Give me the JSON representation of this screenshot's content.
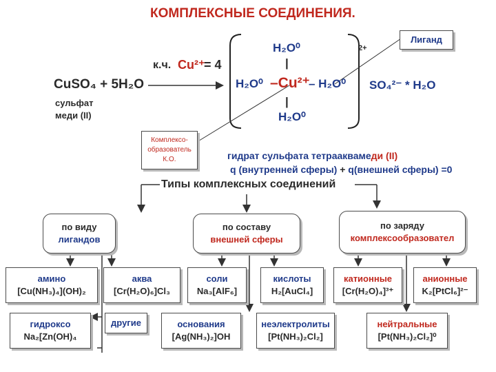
{
  "title": "КОМПЛЕКСНЫЕ СОЕДИНЕНИЯ.",
  "reaction": {
    "lhs": "CuSO₄ + 5H₂O",
    "name_line1": "сульфат",
    "name_line2": "меди (II)",
    "kch_label": "к.ч.",
    "kch_ion": "Cu²⁺",
    "kch_value": "= 4",
    "water_top": "H₂O⁰",
    "water_left": "H₂O⁰",
    "center_ion": "–Cu²⁺",
    "water_right": "– H₂O⁰",
    "water_bottom": "H₂O⁰",
    "vertical_bond": "|",
    "charge": "2+",
    "outer": "SO₄²⁻ * H₂O"
  },
  "ligand_label": "Лиганд",
  "ko_label": {
    "line1": "Комплексо-",
    "line2": "образователь",
    "line3": "К.О."
  },
  "hydrate_name": {
    "part1": "гидрат сульфата тетраакваме",
    "part2": "ди (II)"
  },
  "charge_equation": {
    "part1": "q (внутренней сферы)",
    "part2": "+",
    "part3": "q(внешней сферы) =0"
  },
  "types_title": "Типы комплексных соединений",
  "categories": {
    "by_ligand": {
      "line1": "по виду",
      "line2": "лигандов"
    },
    "by_outer": {
      "line1": "по составу",
      "line2": "внешней сферы"
    },
    "by_charge": {
      "line1": "по заряду",
      "line2": "комплексообразовател"
    }
  },
  "examples": {
    "amino": {
      "name": "амино",
      "formula": "[Cu(NH₃)₄](OH)₂"
    },
    "aqua": {
      "name": "аква",
      "formula": "[Cr(H₂O)₆]Cl₃"
    },
    "hydroxo": {
      "name": "гидроксо",
      "formula": "Na₂[Zn(OH)₄"
    },
    "other": {
      "name": "другие"
    },
    "salts": {
      "name": "соли",
      "formula": "Na₃[AlF₆]"
    },
    "acids": {
      "name": "кислоты",
      "formula": "H₂[AuCl₄]"
    },
    "bases": {
      "name": "основания",
      "formula": "[Ag(NH₃)₂]OH"
    },
    "nonelectrolytes": {
      "name": "неэлектролиты",
      "formula": "[Pt(NH₃)₂Cl₂]"
    },
    "cationic": {
      "name": "катионные",
      "formula": "[Cr(H₂O)₄]³⁺"
    },
    "anionic": {
      "name": "анионные",
      "formula": "K₂[PtCl₆]²⁻"
    },
    "neutral": {
      "name": "нейтральные",
      "formula": "[Pt(NH₃)₂Cl₂]⁰"
    }
  },
  "colors": {
    "blue": "#1f3a8a",
    "red": "#c0281e",
    "dark": "#2a2a2a"
  }
}
